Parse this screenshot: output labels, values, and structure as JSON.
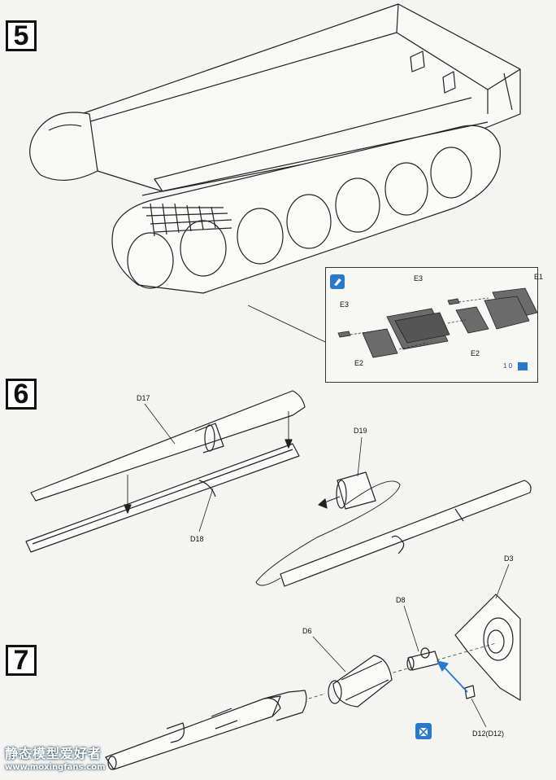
{
  "steps": [
    {
      "number": "5"
    },
    {
      "number": "6"
    },
    {
      "number": "7"
    }
  ],
  "step5": {
    "parts": [
      "E1",
      "E2",
      "E2",
      "E3",
      "E3"
    ],
    "page_ref": "1 0"
  },
  "step6": {
    "parts": [
      "D17",
      "D18",
      "D19"
    ]
  },
  "step7": {
    "parts": [
      "D3",
      "D8",
      "D6",
      "D12(D12)"
    ]
  },
  "icons": {
    "glue": "glue-brush-icon",
    "do_not_glue": "no-glue-icon"
  },
  "colors": {
    "icon_blue": "#2a78c8",
    "line": "#222222",
    "paper": "#f4f4f2"
  },
  "watermark": {
    "text": "静态模型爱好者",
    "url": "www.moxingfans.com"
  }
}
